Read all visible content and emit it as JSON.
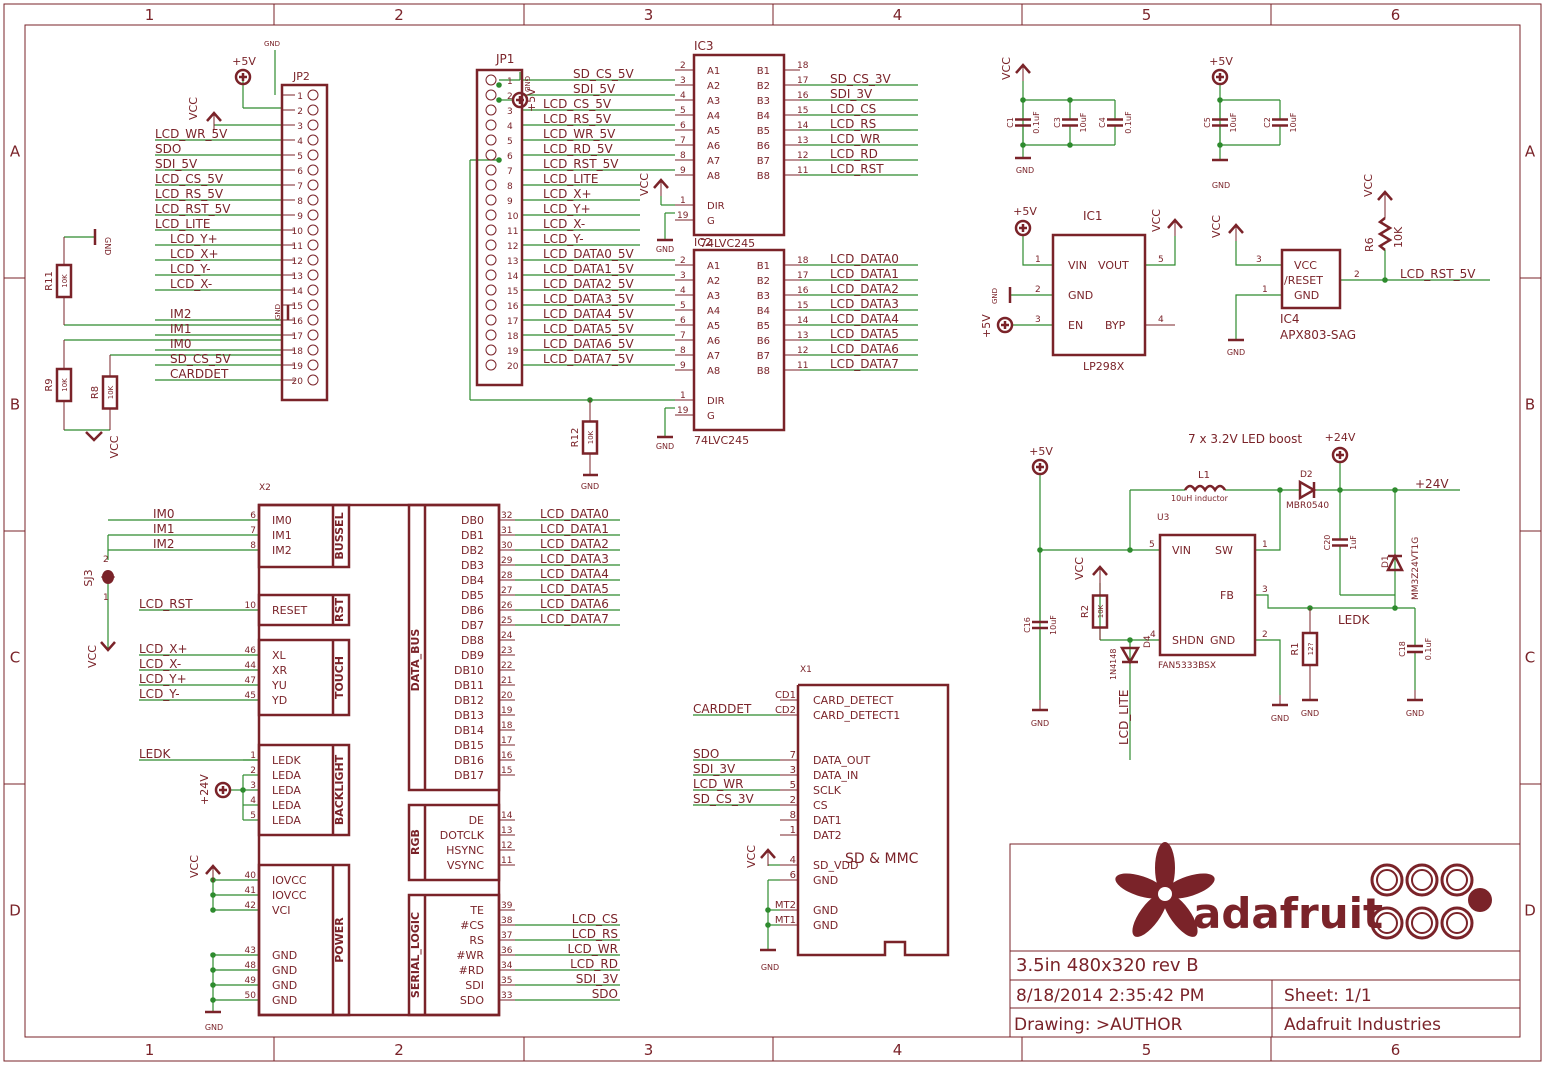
{
  "frame": {
    "columns": [
      "1",
      "2",
      "3",
      "4",
      "5",
      "6"
    ],
    "rows": [
      "A",
      "B",
      "C",
      "D"
    ]
  },
  "title_block": {
    "logo_text": "adafruit",
    "title": "3.5in 480x320 rev B",
    "date": "8/18/2014 2:35:42 PM",
    "sheet": "Sheet: 1/1",
    "drawing": "Drawing: >AUTHOR",
    "company": "Adafruit Industries"
  },
  "jp2": {
    "name": "JP2",
    "gnd_top": "GND",
    "vcc": "VCC",
    "p5v": "+5V",
    "gnd_mid": "GND",
    "pins": [
      "1",
      "2",
      "3",
      "4",
      "5",
      "6",
      "7",
      "8",
      "9",
      "10",
      "11",
      "12",
      "13",
      "14",
      "15",
      "16",
      "17",
      "18",
      "19",
      "20"
    ],
    "nets": [
      "",
      "",
      "",
      "LCD_WR_5V",
      "SDO",
      "SDI_5V",
      "LCD_CS_5V",
      "LCD_RS_5V",
      "LCD_RST_5V",
      "LCD_LITE",
      "LCD_Y+",
      "LCD_X+",
      "LCD_Y-",
      "LCD_X-",
      "",
      "IM2",
      "IM1",
      "IM0",
      "SD_CS_5V",
      "CARDDET"
    ],
    "r11": "R11",
    "r11_val": "10K",
    "r11_gnd": "GND",
    "r9": "R9",
    "r9_val": "10K",
    "r8": "R8",
    "r8_val": "10K",
    "vcc_bottom": "VCC"
  },
  "jp1": {
    "name": "JP1",
    "gnd": "GND",
    "p5v": "+5V",
    "pins": [
      "1",
      "2",
      "3",
      "4",
      "5",
      "6",
      "7",
      "8",
      "9",
      "10",
      "11",
      "12",
      "13",
      "14",
      "15",
      "16",
      "17",
      "18",
      "19",
      "20"
    ],
    "nets": [
      "",
      "",
      "SD_CS_5V",
      "SDI_5V",
      "LCD_CS_5V",
      "LCD_RS_5V",
      "LCD_WR_5V",
      "LCD_RD_5V",
      "LCD_RST_5V",
      "LCD_LITE",
      "LCD_X+",
      "LCD_Y+",
      "LCD_X-",
      "LCD_Y-",
      "LCD_DATA0_5V",
      "LCD_DATA1_5V",
      "LCD_DATA2_5V",
      "LCD_DATA3_5V",
      "LCD_DATA4_5V",
      "LCD_DATA5_5V",
      "LCD_DATA6_5V",
      "LCD_DATA7_5V"
    ],
    "r12": "R12",
    "r12_val": "10K",
    "r12_gnd": "GND"
  },
  "ic3a": {
    "name": "IC3",
    "part": "74LVC245",
    "left_pins": [
      "A1",
      "A2",
      "A3",
      "A4",
      "A5",
      "A6",
      "A7",
      "A8"
    ],
    "left_nums": [
      "2",
      "3",
      "4",
      "5",
      "6",
      "7",
      "8",
      "9"
    ],
    "right_pins": [
      "B1",
      "B2",
      "B3",
      "B4",
      "B5",
      "B6",
      "B7",
      "B8"
    ],
    "right_nums": [
      "18",
      "17",
      "16",
      "15",
      "14",
      "13",
      "12",
      "11"
    ],
    "in_nets": [
      "",
      "SD_CS_5V",
      "SDI_5V",
      "LCD_CS_5V",
      "LCD_RS_5V",
      "LCD_WR_5V",
      "LCD_RD_5V",
      "LCD_RST_5V"
    ],
    "out_nets": [
      "",
      "SD_CS_3V",
      "SDI_3V",
      "LCD_CS",
      "LCD_RS",
      "LCD_WR",
      "LCD_RD",
      "LCD_RST"
    ],
    "dir": "DIR",
    "g": "G",
    "dir_num": "1",
    "g_num": "19",
    "vcc": "VCC",
    "gnd": "GND",
    "overlap_label": "IC2"
  },
  "ic3b": {
    "part": "74LVC245",
    "left_pins": [
      "A1",
      "A2",
      "A3",
      "A4",
      "A5",
      "A6",
      "A7",
      "A8"
    ],
    "left_nums": [
      "2",
      "3",
      "4",
      "5",
      "6",
      "7",
      "8",
      "9"
    ],
    "right_pins": [
      "B1",
      "B2",
      "B3",
      "B4",
      "B5",
      "B6",
      "B7",
      "B8"
    ],
    "right_nums": [
      "18",
      "17",
      "16",
      "15",
      "14",
      "13",
      "12",
      "11"
    ],
    "out_nets": [
      "LCD_DATA0",
      "LCD_DATA1",
      "LCD_DATA2",
      "LCD_DATA3",
      "LCD_DATA4",
      "LCD_DATA5",
      "LCD_DATA6",
      "LCD_DATA7"
    ],
    "dir": "DIR",
    "g": "G",
    "dir_num": "1",
    "g_num": "19",
    "gnd": "GND"
  },
  "caps_a": {
    "vcc": "VCC",
    "gnd": "GND",
    "c1": "C1",
    "c1_val": "0.1uF",
    "c3": "C3",
    "c3_val": "10uF",
    "c4": "C4",
    "c4_val": "0.1uF"
  },
  "caps_b": {
    "p5v": "+5V",
    "gnd": "GND",
    "c5": "C5",
    "c5_val": "10uF",
    "c2": "C2",
    "c2_val": "10uF"
  },
  "ic1": {
    "name": "IC1",
    "part": "LP298X",
    "p5v": "+5V",
    "p5v2": "+5V",
    "vcc": "VCC",
    "gnd": "GND",
    "vin": "VIN",
    "vout": "VOUT",
    "gndpin": "GND",
    "en": "EN",
    "byp": "BYP",
    "n1": "1",
    "n2": "2",
    "n3": "3",
    "n4": "4",
    "n5": "5"
  },
  "ic4": {
    "name": "IC4",
    "part": "APX803-SAG",
    "vcc": "VCC",
    "vcc2": "VCC",
    "gnd": "GND",
    "p1": "VCC",
    "p2": "/RESET",
    "p3": "GND",
    "n3": "3",
    "n2": "2",
    "n1": "1",
    "r6": "R6",
    "r6_val": "10K",
    "net": "LCD_RST_5V"
  },
  "boost": {
    "title": "7 x 3.2V LED boost",
    "p24v": "+24V",
    "p5v": "+5V",
    "vcc": "VCC",
    "p24v_net": "+24V",
    "l1": "L1",
    "l1_val": "10uH inductor",
    "d2": "D2",
    "d2_val": "MBR0540",
    "u3": "U3",
    "u3_part": "FAN5333BSX",
    "vin": "VIN",
    "sw": "SW",
    "fb": "FB",
    "shdn": "SHDN",
    "gndpin": "GND",
    "n5": "5",
    "n1": "1",
    "n3": "3",
    "n4": "4",
    "n2": "2",
    "c20": "C20",
    "c20_val": "1uF",
    "d1": "D1",
    "d1_val": "MM3Z24VT1G",
    "c16": "C16",
    "c16_val": "10uF",
    "r2": "R2",
    "r2_val": "10K",
    "d4": "D4",
    "d4_val": "1N4148",
    "r1": "R1",
    "r1_val": "12?",
    "c18": "C18",
    "c18_val": "0.1uF",
    "ledk": "LEDK",
    "lcd_lite": "LCD_LITE",
    "gnd": "GND"
  },
  "x2": {
    "name": "X2",
    "sj3": "SJ3",
    "sj_1": "1",
    "sj_2": "2",
    "vcc": "VCC",
    "busel": "BUSSEL",
    "rst": "RST",
    "touch": "TOUCH",
    "backlight": "BACKLIGHT",
    "power": "POWER",
    "data_bus": "DATA_BUS",
    "rgb": "RGB",
    "serial": "SERIAL_LOGIC",
    "im": [
      {
        "net": "IM0",
        "num": "6",
        "pin": "IM0"
      },
      {
        "net": "IM1",
        "num": "7",
        "pin": "IM1"
      },
      {
        "net": "IM2",
        "num": "8",
        "pin": "IM2"
      }
    ],
    "reset": {
      "net": "LCD_RST",
      "num": "10",
      "pin": "RESET"
    },
    "touch_pins": [
      {
        "net": "LCD_X+",
        "num": "46",
        "pin": "XL"
      },
      {
        "net": "LCD_X-",
        "num": "44",
        "pin": "XR"
      },
      {
        "net": "LCD_Y+",
        "num": "47",
        "pin": "YU"
      },
      {
        "net": "LCD_Y-",
        "num": "45",
        "pin": "YD"
      }
    ],
    "bl_pins": [
      {
        "net": "LEDK",
        "num": "1",
        "pin": "LEDK"
      },
      {
        "net": "",
        "num": "2",
        "pin": "LEDA"
      },
      {
        "net": "",
        "num": "3",
        "pin": "LEDA"
      },
      {
        "net": "",
        "num": "4",
        "pin": "LEDA"
      },
      {
        "net": "",
        "num": "5",
        "pin": "LEDA"
      }
    ],
    "p24v": "+24V",
    "pwr_pins": [
      {
        "num": "40",
        "pin": "IOVCC"
      },
      {
        "num": "41",
        "pin": "IOVCC"
      },
      {
        "num": "42",
        "pin": "VCI"
      }
    ],
    "gnd_pins": [
      {
        "num": "43",
        "pin": "GND"
      },
      {
        "num": "48",
        "pin": "GND"
      },
      {
        "num": "49",
        "pin": "GND"
      },
      {
        "num": "50",
        "pin": "GND"
      }
    ],
    "pwr_vcc": "VCC",
    "pwr_gnd": "GND",
    "db": [
      "DB0",
      "DB1",
      "DB2",
      "DB3",
      "DB4",
      "DB5",
      "DB6",
      "DB7",
      "DB8",
      "DB9",
      "DB10",
      "DB11",
      "DB12",
      "DB13",
      "DB14",
      "DB15",
      "DB16",
      "DB17"
    ],
    "db_nums": [
      "32",
      "31",
      "30",
      "29",
      "28",
      "27",
      "26",
      "25",
      "24",
      "23",
      "22",
      "21",
      "20",
      "19",
      "18",
      "17",
      "16",
      "15"
    ],
    "db_nets": [
      "LCD_DATA0",
      "LCD_DATA1",
      "LCD_DATA2",
      "LCD_DATA3",
      "LCD_DATA4",
      "LCD_DATA5",
      "LCD_DATA6",
      "LCD_DATA7"
    ],
    "rgb_pins": [
      "DE",
      "DOTCLK",
      "HSYNC",
      "VSYNC"
    ],
    "rgb_nums": [
      "14",
      "13",
      "12",
      "11"
    ],
    "ser_pins": [
      "TE",
      "#CS",
      "RS",
      "#WR",
      "#RD",
      "SDI",
      "SDO"
    ],
    "ser_nums": [
      "39",
      "38",
      "37",
      "36",
      "34",
      "35",
      "33"
    ],
    "ser_nets": [
      "",
      "LCD_CS",
      "LCD_RS",
      "LCD_WR",
      "LCD_RD",
      "SDI_3V",
      "SDO"
    ]
  },
  "x1": {
    "name": "X1",
    "title": "SD & MMC",
    "pins": [
      "CARD_DETECT",
      "CARD_DETECT1",
      "DATA_OUT",
      "DATA_IN",
      "SCLK",
      "CS",
      "DAT1",
      "DAT2",
      "SD_VDD",
      "GND",
      "GND",
      "GND"
    ],
    "nums": [
      "CD1",
      "CD2",
      "7",
      "3",
      "5",
      "2",
      "8",
      "1",
      "4",
      "6",
      "MT2",
      "MT1"
    ],
    "nets": [
      "",
      "CARDDET",
      "SDO",
      "SDI_3V",
      "LCD_WR",
      "SD_CS_3V",
      "",
      "",
      "",
      "",
      "",
      ""
    ],
    "vcc": "VCC",
    "gnd": "GND"
  }
}
